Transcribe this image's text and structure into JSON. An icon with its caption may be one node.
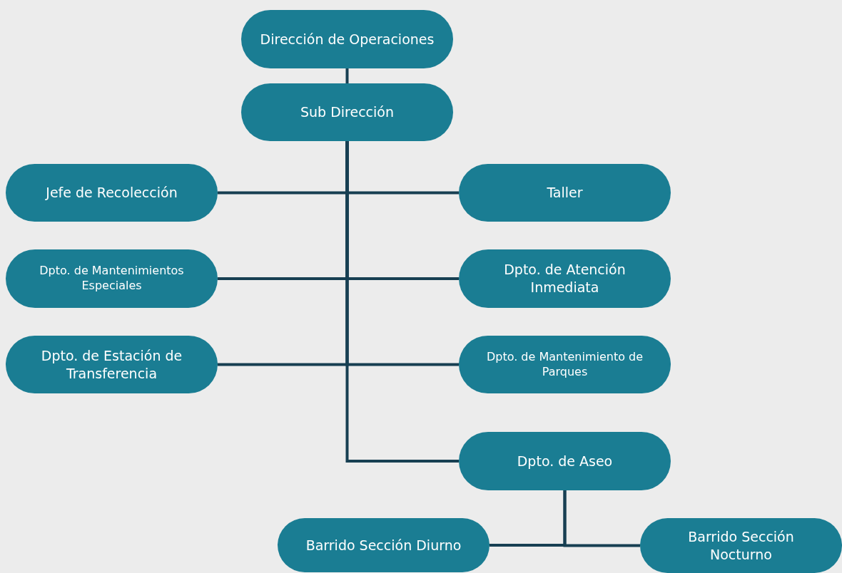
{
  "diagram": {
    "nodes": [
      {
        "text": [
          "Dirección de Operaciones"
        ]
      },
      {
        "text": [
          "Sub Dirección"
        ]
      },
      {
        "text": [
          "Jefe de Recolección"
        ]
      },
      {
        "text": [
          "Taller"
        ]
      },
      {
        "text": [
          "Dpto. de Mantenimientos Especiales"
        ]
      },
      {
        "text": [
          "Dpto. de Atención Inmediata"
        ]
      },
      {
        "text": [
          "Dpto. de Estación de Transferencia"
        ]
      },
      {
        "text": [
          "Dpto. de Mantenimiento de Parques"
        ]
      },
      {
        "text": [
          "Dpto. de Aseo"
        ]
      },
      {
        "text": [
          "Barrido Sección Diurno"
        ]
      },
      {
        "text": [
          "Barrido Sección Nocturno"
        ]
      }
    ],
    "edges": [
      {
        "from": 0,
        "to": 1,
        "arrow": "none"
      },
      {
        "from": 1,
        "to": 2,
        "arrow": "none"
      },
      {
        "from": 1,
        "to": 3,
        "arrow": "none"
      },
      {
        "from": 1,
        "to": 4,
        "arrow": "none"
      },
      {
        "from": 1,
        "to": 5,
        "arrow": "none"
      },
      {
        "from": 1,
        "to": 6,
        "arrow": "none"
      },
      {
        "from": 1,
        "to": 7,
        "arrow": "none"
      },
      {
        "from": 1,
        "to": 8,
        "arrow": "none"
      },
      {
        "from": 8,
        "to": 9,
        "arrow": "none"
      },
      {
        "from": 8,
        "to": 10,
        "arrow": "none"
      }
    ]
  }
}
